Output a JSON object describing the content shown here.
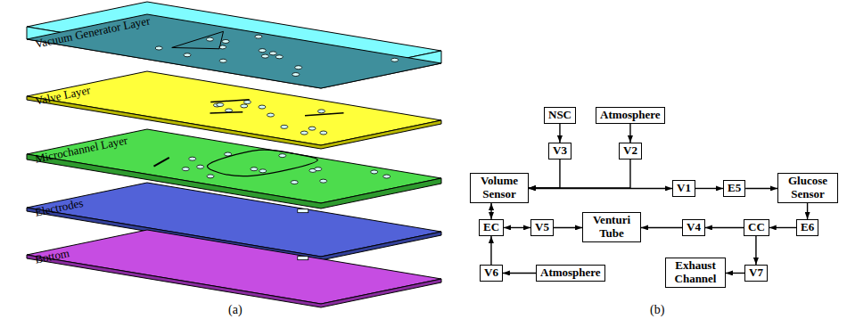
{
  "diagram": {
    "nodes": [
      {
        "text": [
          "NSC"
        ]
      },
      {
        "text": [
          "Atmosphere"
        ]
      },
      {
        "text": [
          "V3"
        ]
      },
      {
        "text": [
          "V2"
        ]
      },
      {
        "text": [
          "Volume Sensor"
        ]
      },
      {
        "text": [
          "V1"
        ]
      },
      {
        "text": [
          "E5"
        ]
      },
      {
        "text": [
          "Glucose Sensor"
        ]
      },
      {
        "text": [
          "EC"
        ]
      },
      {
        "text": [
          "V5"
        ]
      },
      {
        "text": [
          "Venturi Tube"
        ]
      },
      {
        "text": [
          "V4"
        ]
      },
      {
        "text": [
          "CC"
        ]
      },
      {
        "text": [
          "E6"
        ]
      },
      {
        "text": [
          "V6"
        ]
      },
      {
        "text": [
          "Atmosphere"
        ]
      },
      {
        "text": [
          "Exhaust Channel"
        ]
      },
      {
        "text": [
          "V7"
        ]
      }
    ],
    "edges": [
      {
        "from": 0,
        "to": 2,
        "arrow": "to"
      },
      {
        "from": 1,
        "to": 3,
        "arrow": "to"
      },
      {
        "from": 2,
        "to": 4,
        "arrow": "to"
      },
      {
        "from": 3,
        "to": 4,
        "arrow": "to"
      },
      {
        "from": 4,
        "to": 5,
        "arrow": "both"
      },
      {
        "from": 5,
        "to": 6,
        "arrow": "to"
      },
      {
        "from": 6,
        "to": 7,
        "arrow": "to"
      },
      {
        "from": 7,
        "to": 13,
        "arrow": "to"
      },
      {
        "from": 13,
        "to": 12,
        "arrow": "to"
      },
      {
        "from": 12,
        "to": 11,
        "arrow": "to"
      },
      {
        "from": 11,
        "to": 10,
        "arrow": "to"
      },
      {
        "from": 9,
        "to": 10,
        "arrow": "to"
      },
      {
        "from": 8,
        "to": 9,
        "arrow": "both"
      },
      {
        "from": 4,
        "to": 8,
        "arrow": "both"
      },
      {
        "from": 14,
        "to": 8,
        "arrow": "to"
      },
      {
        "from": 15,
        "to": 14,
        "arrow": "to"
      },
      {
        "from": 12,
        "to": 17,
        "arrow": "to"
      },
      {
        "from": 17,
        "to": 16,
        "arrow": "to"
      }
    ],
    "labels": [
      "Vacuum Generator Layer",
      "Valve Layer",
      "Microchannel Layer",
      "Electrodes",
      "Bottom",
      "(a)",
      "(b)"
    ]
  }
}
